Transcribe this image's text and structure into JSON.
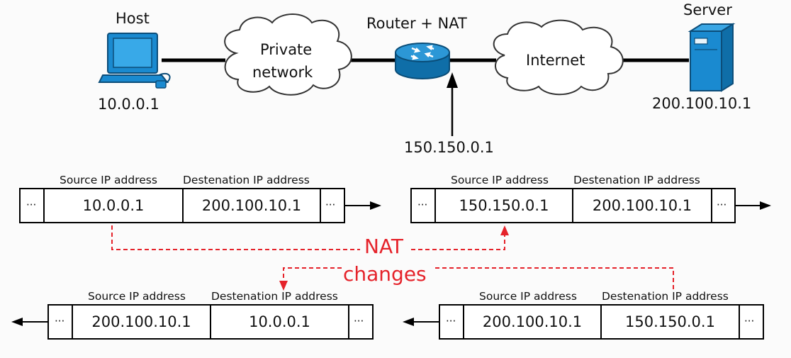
{
  "nodes": {
    "host": {
      "label": "Host",
      "address": "10.0.0.1"
    },
    "router": {
      "label": "Router + NAT",
      "address": "150.150.0.1"
    },
    "server": {
      "label": "Server",
      "address": "200.100.10.1"
    },
    "private_network": {
      "label_line1": "Private",
      "label_line2": "network"
    },
    "internet": {
      "label": "Internet"
    }
  },
  "packets": {
    "source_header": "Source IP address",
    "dest_header": "Destenation IP address",
    "ellipsis": "···",
    "outgoing_before": {
      "source": "10.0.0.1",
      "dest": "200.100.10.1"
    },
    "outgoing_after": {
      "source": "150.150.0.1",
      "dest": "200.100.10.1"
    },
    "incoming_after": {
      "source": "200.100.10.1",
      "dest": "10.0.0.1"
    },
    "incoming_before": {
      "source": "200.100.10.1",
      "dest": "150.150.0.1"
    }
  },
  "annotation": {
    "line1": "NAT",
    "line2": "changes"
  },
  "colors": {
    "router": "#1a7fc1",
    "device": "#1a8ad0",
    "annotation": "#e5222a",
    "cloud_fill": "#ffffff",
    "line": "#000000"
  }
}
